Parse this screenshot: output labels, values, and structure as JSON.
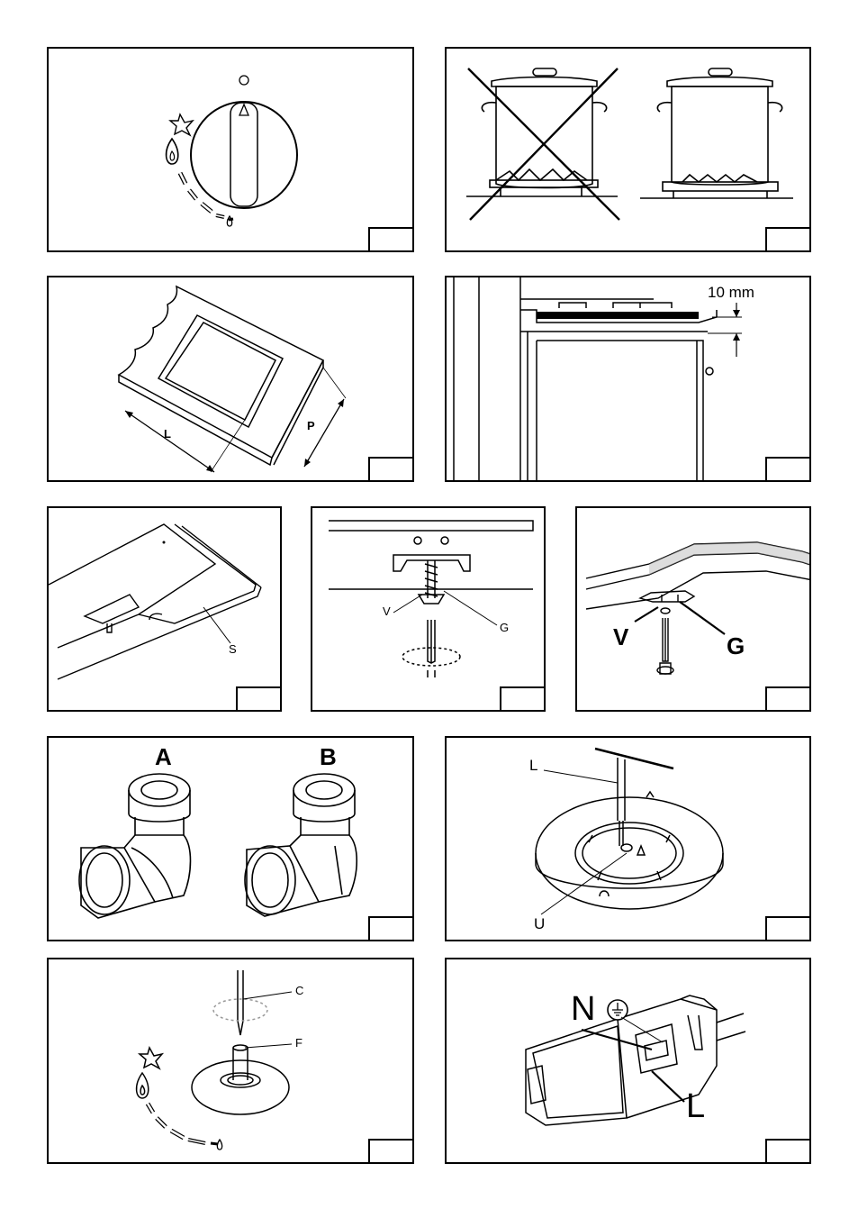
{
  "panels": {
    "p3": {
      "label_l": "L",
      "label_p": "P"
    },
    "p4": {
      "dimension": "10 mm"
    },
    "p5": {
      "label_s": "S"
    },
    "p6": {
      "label_v": "V",
      "label_g": "G"
    },
    "p7": {
      "label_v": "V",
      "label_g": "G"
    },
    "p8": {
      "label_a": "A",
      "label_b": "B"
    },
    "p9": {
      "label_l": "L",
      "label_u": "U"
    },
    "p10": {
      "label_c": "C",
      "label_f": "F"
    },
    "p11": {
      "label_n": "N",
      "label_l": "L"
    }
  }
}
